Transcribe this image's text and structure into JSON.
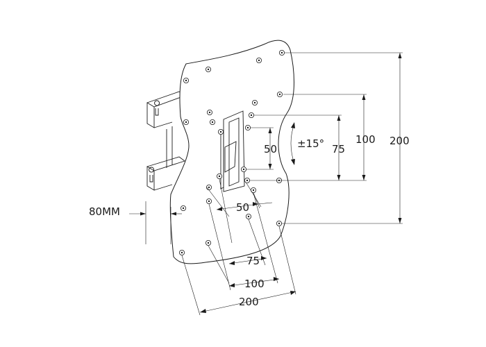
{
  "dimensions": {
    "depth": "80MM",
    "tilt": "±15°",
    "vert_50": "50",
    "vert_75": "75",
    "vert_100": "100",
    "vert_200": "200",
    "horiz_50": "50",
    "horiz_75": "75",
    "horiz_100": "100",
    "horiz_200": "200"
  }
}
